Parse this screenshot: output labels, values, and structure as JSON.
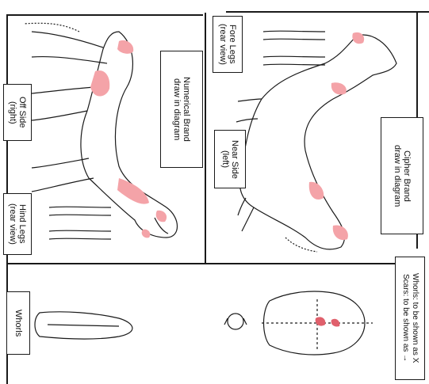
{
  "colors": {
    "ink": "#1a1a1a",
    "mark": "#f4a3a8",
    "mark_dark": "#e0606c"
  },
  "labels": {
    "fore_legs": "Fore Legs\n(rear view)",
    "numerical_brand": "Numerical Brand\ndraw in diagram",
    "off_side": "Off Side\n(right)",
    "near_side": "Near Side\n(left)",
    "hind_legs": "Hind Legs\n(rear view)",
    "cipher_brand": "Cipher Brand\ndraw in diagram",
    "whorls": "Whorls",
    "legend": "Whorls: to be shown as X\nScars: to be shown as →"
  }
}
